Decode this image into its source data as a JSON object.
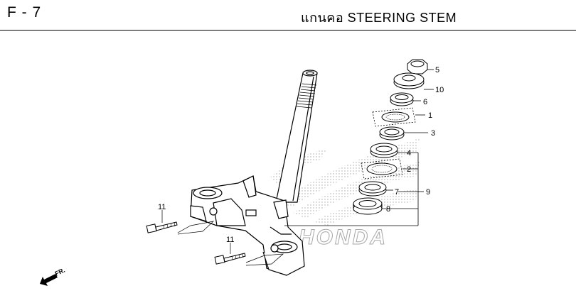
{
  "header": {
    "page_code": "F - 7",
    "title": "แกนคอ  STEERING STEM"
  },
  "watermark": {
    "text": "HONDA"
  },
  "callouts": {
    "c1": "1",
    "c2": "2",
    "c3": "3",
    "c4": "4",
    "c5": "5",
    "c6": "6",
    "c7": "7",
    "c8": "8",
    "c9": "9",
    "c10": "10",
    "c11a": "11",
    "c11b": "11"
  },
  "direction_label": "FR."
}
